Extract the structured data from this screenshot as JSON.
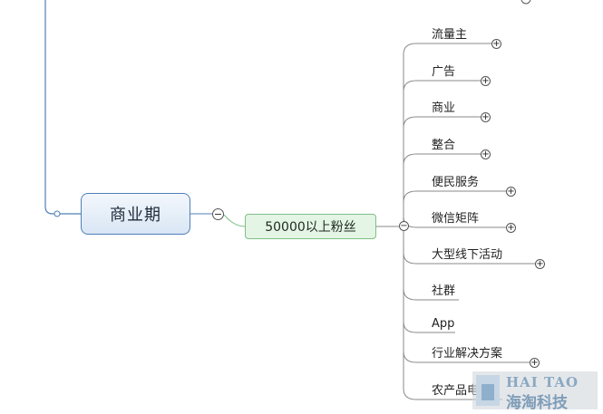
{
  "main_topic": "商业期",
  "sub_topic": "50000以上粉丝",
  "leaves": [
    {
      "label": "流量主",
      "expandable": true
    },
    {
      "label": "广告",
      "expandable": true
    },
    {
      "label": "商业",
      "expandable": true
    },
    {
      "label": "整合",
      "expandable": true
    },
    {
      "label": "便民服务",
      "expandable": true
    },
    {
      "label": "微信矩阵",
      "expandable": true
    },
    {
      "label": "大型线下活动",
      "expandable": true
    },
    {
      "label": "社群",
      "expandable": false
    },
    {
      "label": "App",
      "expandable": false
    },
    {
      "label": "行业解决方案",
      "expandable": true
    },
    {
      "label": "农产品电商",
      "expandable": false
    }
  ],
  "toggle_symbols": {
    "collapse": "−",
    "expand": "+"
  },
  "watermark": {
    "en": "HAI TAO",
    "cn": "海淘科技"
  },
  "colors": {
    "main_border": "#4f7fb8",
    "main_fill": "#dde8f5",
    "sub_border": "#7fbf86",
    "sub_fill": "#e4f4e5",
    "connector": "#8a8a8a",
    "left_connector": "#4f7fb8"
  }
}
